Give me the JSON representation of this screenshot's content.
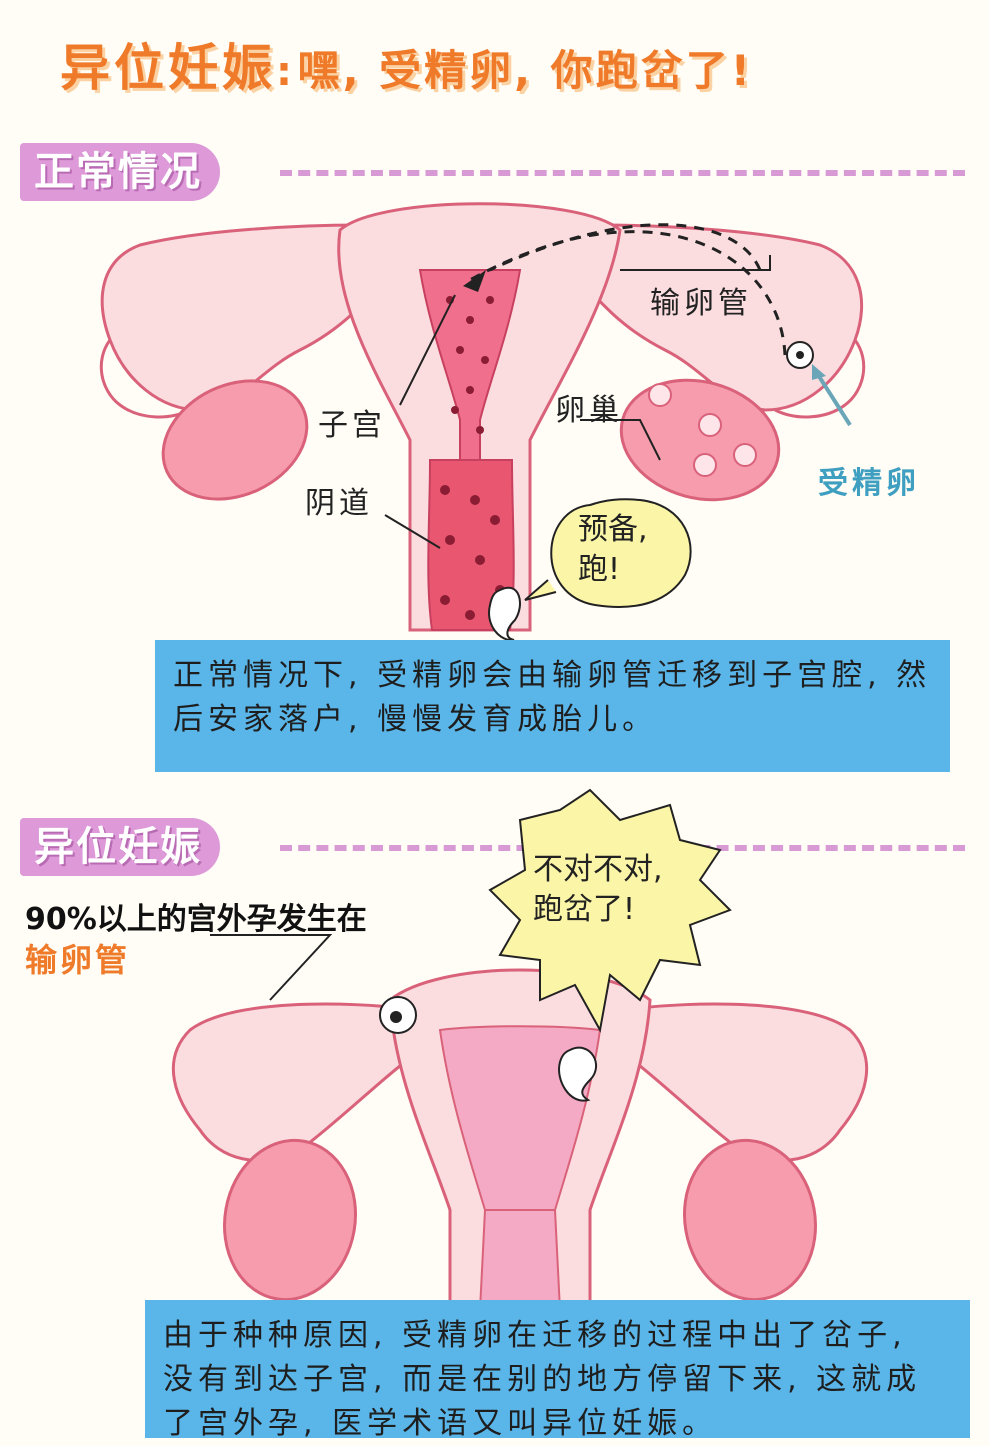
{
  "title": {
    "main": "异位妊娠",
    "colon": ":",
    "sub": "嘿, 受精卵, 你跑岔了!"
  },
  "section1": {
    "tag": "正常情况",
    "labels": {
      "tube": "输卵管",
      "uterus": "子宫",
      "ovary": "卵巢",
      "vagina": "阴道",
      "zygote": "受精卵"
    },
    "bubble_line1": "预备,",
    "bubble_line2": "跑!",
    "info": "正常情况下, 受精卵会由输卵管迁移到子宫腔, 然后安家落户, 慢慢发育成胎儿。"
  },
  "section2": {
    "tag": "异位妊娠",
    "callout_line1": "90%以上的宫外孕发生在",
    "callout_line2": "输卵管",
    "bubble_line1": "不对不对,",
    "bubble_line2": "跑岔了!",
    "info": "由于种种原因, 受精卵在迁移的过程中出了岔子, 没有到达子宫, 而是在别的地方停留下来, 这就成了宫外孕, 医学术语又叫异位妊娠。"
  },
  "colors": {
    "title": "#ef7b2a",
    "tag": "#dd99d8",
    "info_box": "#5ab5e8",
    "organ_light": "#fbdde0",
    "organ_outline": "#d9627a",
    "ovary": "#f69cac"
  }
}
